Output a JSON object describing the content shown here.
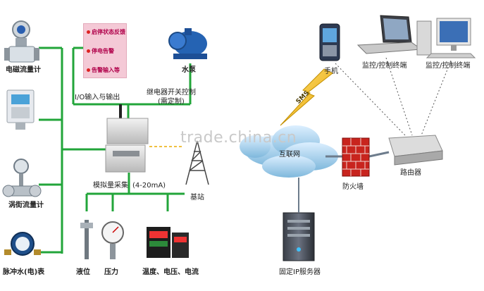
{
  "left_devices": {
    "electromagnetic_flowmeter": "电磁流量计",
    "vortex_flowmeter": "涡街流量计",
    "pulse_meter": "脉冲水(电)表"
  },
  "relay_panel": {
    "items": [
      "启停状态反馈",
      "停电告警",
      "告警输入等"
    ]
  },
  "labels": {
    "io": "I/O输入与输出",
    "relay_control": "继电器开关控制",
    "relay_custom": "(需定制)",
    "pump": "水泵",
    "analog": "模拟量采集",
    "analog_range": "(4-20mA)",
    "base_station": "基站",
    "liquid_level": "液位",
    "pressure": "压力",
    "temp_voltage_current": "温度、电压、电流",
    "sms": "SMS",
    "phone": "手机",
    "monitor_terminal_1": "监控/控制终端",
    "monitor_terminal_2": "监控/控制终端",
    "internet": "互联网",
    "firewall": "防火墙",
    "router": "路由器",
    "fixed_ip_server": "固定IP服务器",
    "watermark": "trade.china.cn"
  },
  "colors": {
    "green_line": "#22a53a",
    "sms_bolt": "#f2c21a",
    "cloud": "#b7d9ee",
    "firewall": "#c8241e",
    "pink_panel": "#f4c9d6"
  }
}
